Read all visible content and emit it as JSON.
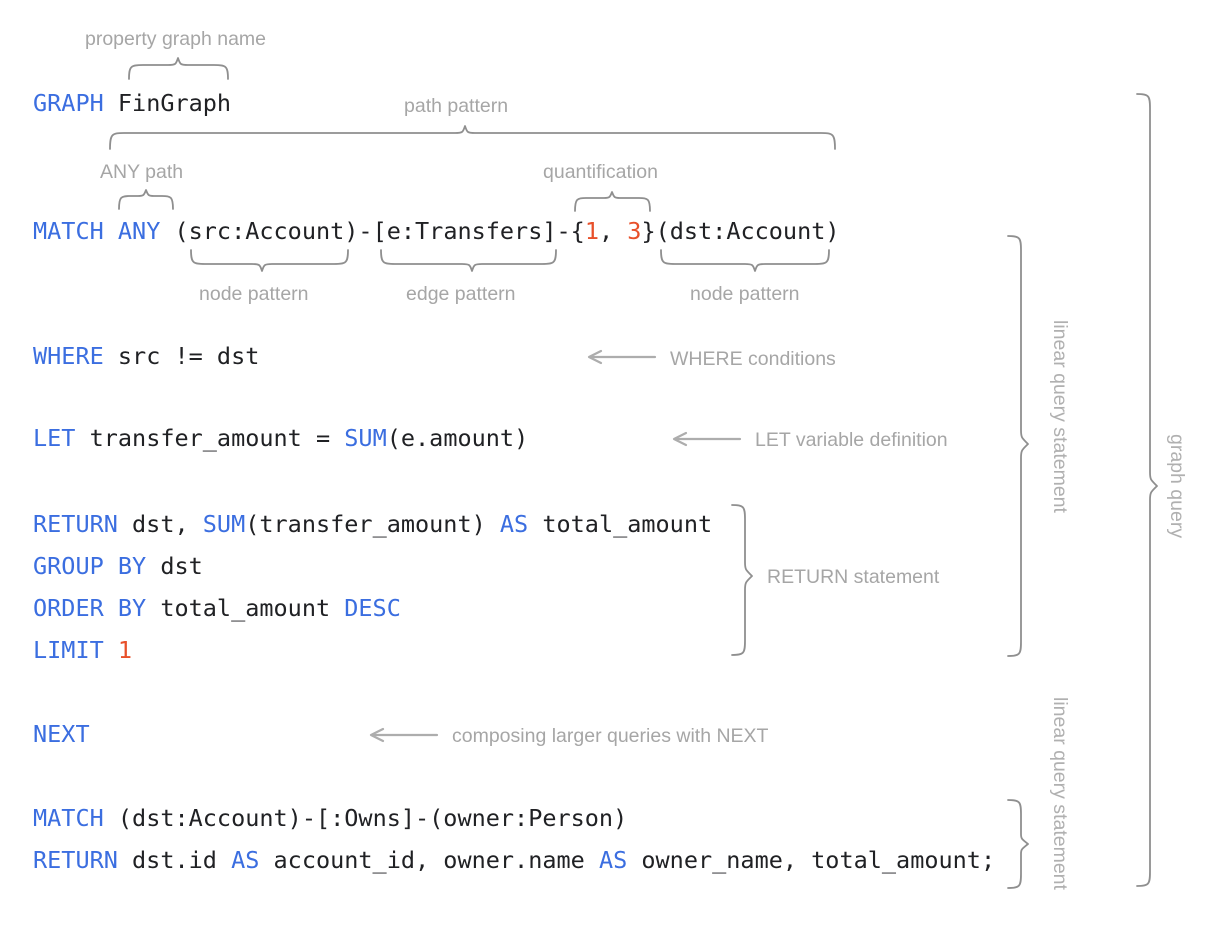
{
  "document": {
    "title": "GQL graph query anatomy diagram",
    "background_color": "#ffffff",
    "keyword_color": "#3b6ee0",
    "literal_color": "#e8502a",
    "plain_color": "#202124",
    "annotation_color": "#a6a6a6",
    "brace_color": "#8f8f8f",
    "arrow_color": "#adadad"
  },
  "code": {
    "line_graph": {
      "keyword": "GRAPH",
      "rest": " FinGraph"
    },
    "line_match_any": {
      "kw_match": "MATCH",
      "kw_any": " ANY",
      "node_src": " (src:Account)",
      "dash1": "-",
      "edge": "[e:Transfers]",
      "dash2": "-",
      "brace_open": "{",
      "q_min": "1",
      "q_sep": ", ",
      "q_max": "3",
      "brace_close": "}",
      "node_dst": "(dst:Account)"
    },
    "line_where": {
      "keyword": "WHERE",
      "rest": " src != dst"
    },
    "line_let": {
      "keyword": "LET",
      "mid": " transfer_amount = ",
      "fn": "SUM",
      "rest": "(e.amount)"
    },
    "line_return1": {
      "keyword": "RETURN",
      "mid": " dst, ",
      "fn": "SUM",
      "args": "(transfer_amount) ",
      "kw_as": "AS",
      "tail": " total_amount"
    },
    "line_group_by": {
      "keyword": "GROUP BY",
      "rest": " dst"
    },
    "line_order_by": {
      "keyword": "ORDER BY",
      "mid": " total_amount ",
      "kw_desc": "DESC"
    },
    "line_limit": {
      "keyword": "LIMIT",
      "sp": " ",
      "value": "1"
    },
    "line_next": {
      "keyword": "NEXT"
    },
    "line_match2": {
      "keyword": "MATCH",
      "rest": " (dst:Account)-[:Owns]-(owner:Person)"
    },
    "line_return2": {
      "keyword": "RETURN",
      "mid": " dst.id ",
      "as1": "AS",
      "mid2": " account_id, owner.name ",
      "as2": "AS",
      "tail": " owner_name, total_amount;"
    }
  },
  "annotations": {
    "property_graph_name": "property graph name",
    "path_pattern": "path pattern",
    "any_path": "ANY path",
    "quantification": "quantification",
    "node_pattern_left": "node pattern",
    "edge_pattern": "edge pattern",
    "node_pattern_right": "node pattern",
    "where_conditions": "WHERE conditions",
    "let_variable_definition": "LET variable definition",
    "return_statement": "RETURN statement",
    "composing_with_next": "composing larger queries with NEXT",
    "linear_query_statement_1": "linear query statement",
    "linear_query_statement_2": "linear query statement",
    "graph_query": "graph query"
  }
}
